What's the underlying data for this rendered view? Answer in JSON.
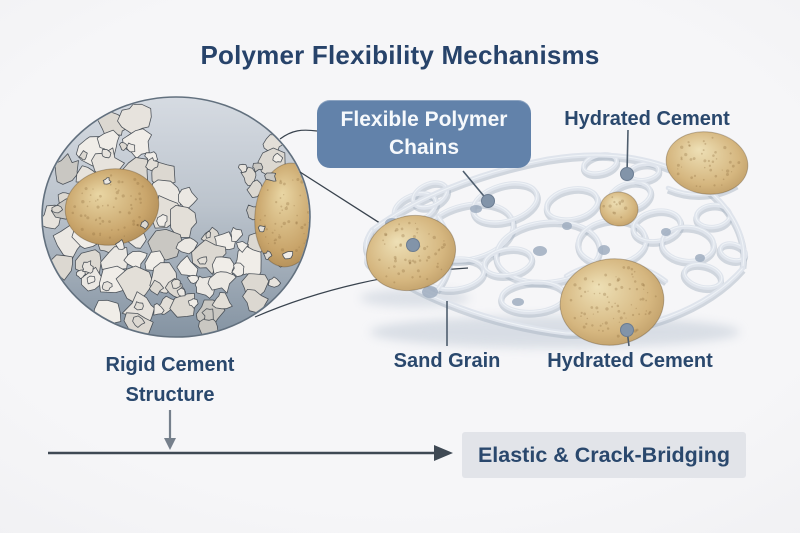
{
  "title": "Polymer Flexibility Mechanisms",
  "labels": {
    "flexible_polymer_chains": "Flexible Polymer Chains",
    "hydrated_cement_top": "Hydrated Cement",
    "sand_grain": "Sand Grain",
    "hydrated_cement_bottom": "Hydrated Cement",
    "rigid_cement_structure": "Rigid Cement Structure",
    "result": "Elastic & Crack-Bridging"
  },
  "colors": {
    "background": "#f6f6f8",
    "title_text": "#27436a",
    "label_text": "#2a486d",
    "callout_box_bg": "#6282aa",
    "callout_box_text": "#f6f9fc",
    "result_box_bg": "#e2e4e9",
    "leader_line": "#4e5d6d",
    "leader_dot": "#8294a9",
    "connector_line": "#39434e",
    "arrow_main": "#3f4954",
    "arrow_light": "#76808c",
    "circle_border": "#62707e",
    "circle_bg_top": "#d6dbe2",
    "circle_bg_mid": "#bcc4cd",
    "circle_bg_bottom": "#8493a2",
    "rock_outline": "#3f464e",
    "rock_fill_light": "#f0ede8",
    "rock_fill_dark": "#c9c7c2",
    "grain_light": "#eee0b6",
    "grain_mid": "#d5b67f",
    "grain_dark": "#a6824e",
    "web_strand": "#dfe4ec",
    "web_highlight": "#f1f4f8",
    "web_shadow": "#a9b5c4",
    "web_droplet": "#9fadc0",
    "ground_shadow": "#bcc6d3"
  }
}
